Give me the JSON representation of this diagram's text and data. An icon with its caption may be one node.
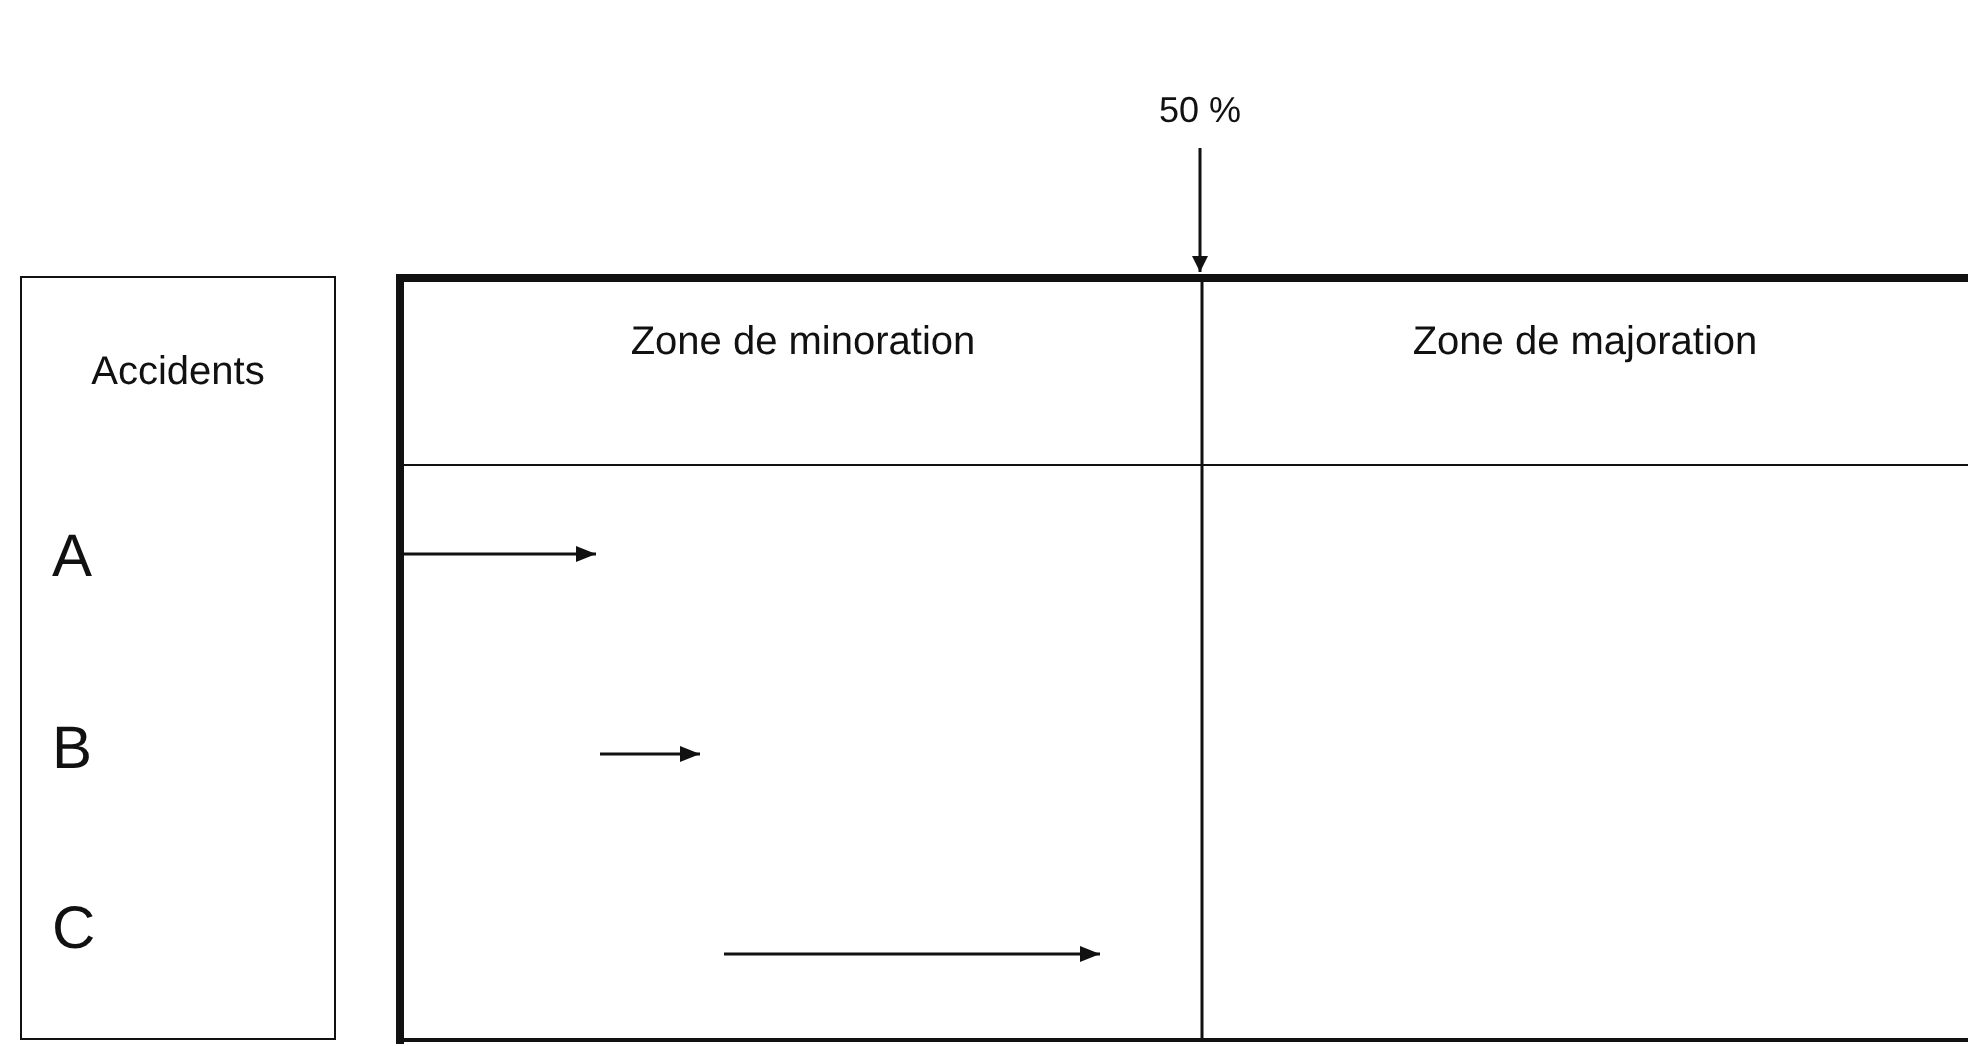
{
  "diagram": {
    "nodes": [
      {
        "text": [
          "50 %"
        ]
      },
      {
        "text": [
          "Accidents"
        ]
      },
      {
        "text": [
          "Zone de minoration"
        ]
      },
      {
        "text": [
          "Zone de majoration"
        ]
      }
    ],
    "edges": [
      {
        "from": 0,
        "to": 3,
        "arrow": "to"
      }
    ],
    "labels": [
      "A",
      "B",
      "C"
    ]
  }
}
